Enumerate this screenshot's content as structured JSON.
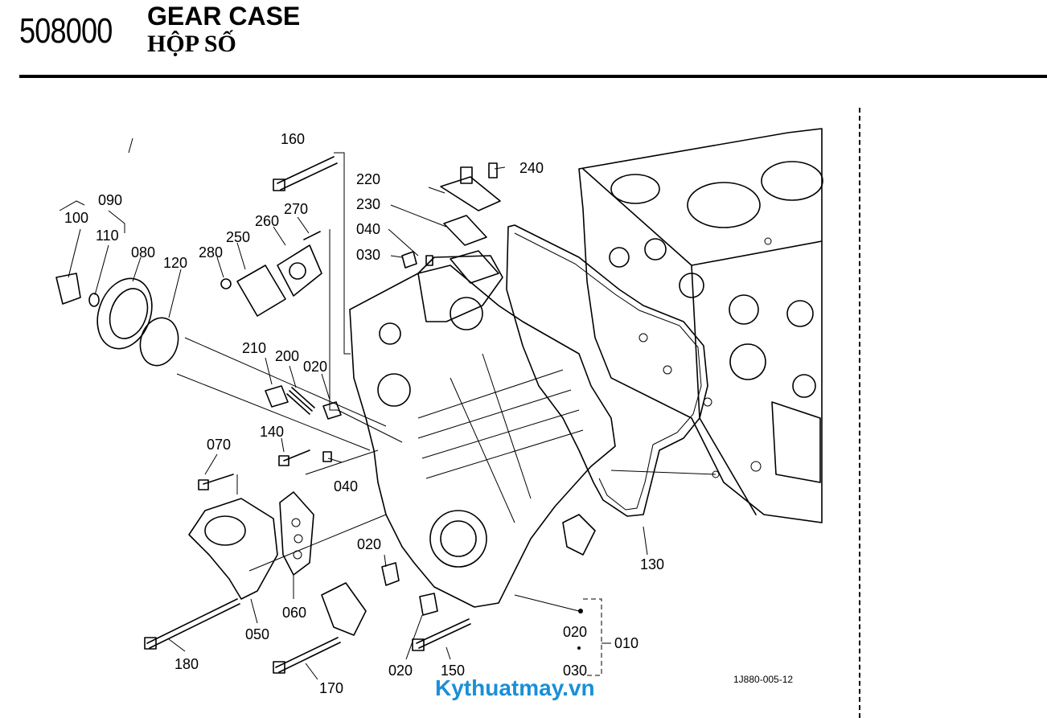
{
  "header": {
    "code": "508000",
    "title_en": "GEAR CASE",
    "title_vn": "HỘP SỐ"
  },
  "diagram": {
    "labels": [
      "160",
      "220",
      "240",
      "230",
      "040",
      "030",
      "090",
      "100",
      "110",
      "080",
      "120",
      "270",
      "260",
      "250",
      "280",
      "210",
      "200",
      "020",
      "140",
      "040",
      "070",
      "060",
      "050",
      "020",
      "130",
      "020",
      "010",
      "030",
      "180",
      "170",
      "020",
      "150"
    ],
    "reference": "1J880-005-12",
    "watermark": "Kythuatmay.vn"
  }
}
